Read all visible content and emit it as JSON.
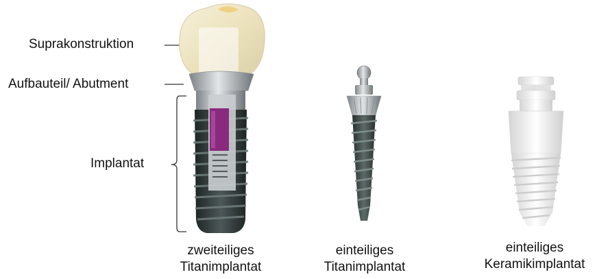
{
  "labels": {
    "supra": "Suprakonstruktion",
    "abutment": "Aufbauteil/ Abutment",
    "implant": "Implantat"
  },
  "captions": [
    {
      "line1": "zweiteiliges",
      "line2": "Titanimplantat"
    },
    {
      "line1": "einteiliges",
      "line2": "Titanimplantat"
    },
    {
      "line1": "einteiliges",
      "line2": "Keramikimplantat"
    }
  ],
  "colors": {
    "crown": "#efe6c8",
    "titanium": "#b9bec2",
    "implant_body": "#3c4545",
    "screw_core": "#8a2a7e",
    "ceramic": "#f4f4f4"
  }
}
